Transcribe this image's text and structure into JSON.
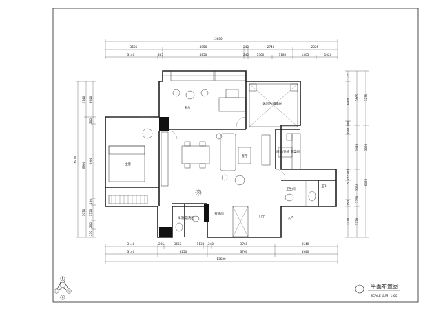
{
  "title": "平面布置图",
  "scale_label": "SCALE 比例: 1:60",
  "compass": {
    "n": "B",
    "w": "C",
    "e": "D",
    "s": "A"
  },
  "dims_top": {
    "overall": "13680",
    "row1": [
      "3505",
      "4850",
      "240",
      "2740",
      "2325"
    ],
    "row2": [
      "3140",
      "365",
      "4850",
      "240",
      "1560",
      "1180",
      "1305",
      "1020"
    ]
  },
  "dims_bottom": {
    "row1": [
      "3140",
      "235",
      "3665",
      "1130",
      "240",
      "3760",
      "3540"
    ],
    "row2": [
      "3140",
      "3250",
      "3760",
      "3540"
    ],
    "overall": "13680"
  },
  "dims_left": {
    "outer": "6910",
    "mid": [
      "2740",
      "6900"
    ],
    "inner": [
      "3940",
      "300",
      "6900",
      "150",
      "1670",
      "1350",
      "200",
      "210"
    ]
  },
  "dims_right": {
    "outer": [
      "3275",
      "6870"
    ],
    "mid": [
      "3665",
      "1470",
      "3820",
      "2350",
      "2350",
      "1720"
    ],
    "inner": [
      "725",
      "3660",
      "300",
      "600",
      "200",
      "225",
      "5",
      "150",
      "1410"
    ]
  },
  "rooms": {
    "balcony": "阳台",
    "bedroom_2": "休闲区/榻榻米",
    "bedroom_master": "主卧",
    "living": "客厅",
    "kitchen": "厨房/杂物 备菜间",
    "bath_main": "卫生间",
    "bath_small": "卫3",
    "entry": "入户",
    "closet": "衣帽间",
    "ensuite": "淋浴/盥洗区",
    "hall": "门厅"
  }
}
